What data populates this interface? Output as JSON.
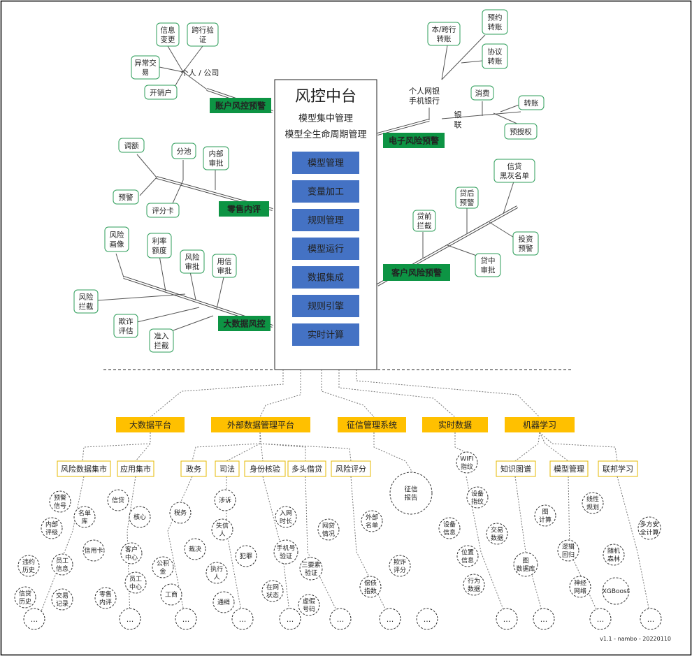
{
  "center": {
    "title": "风控中台",
    "subtitle1": "模型集中管理",
    "subtitle2": "模型全生命周期管理",
    "modules": [
      "模型管理",
      "变量加工",
      "规则管理",
      "模型运行",
      "数据集成",
      "规则引擎",
      "实时计算"
    ]
  },
  "branches": {
    "account": {
      "label": "账户风控预警",
      "hub": "个人 / 公司",
      "items": [
        "信息\n变更",
        "跨行验\n证",
        "异常交\n易",
        "开销户"
      ]
    },
    "retail": {
      "label": "零售内评",
      "items": [
        "调额",
        "分池",
        "内部\n审批",
        "预警",
        "评分卡"
      ]
    },
    "bigdata": {
      "label": "大数据风控",
      "items": [
        "风险\n画像",
        "利率\n额度",
        "风险\n审批",
        "用信\n审批",
        "风险\n拦截",
        "欺诈\n评估",
        "准入\n拦截"
      ]
    },
    "ebank": {
      "label": "电子风险预警",
      "hub1": "个人网银\n手机银行",
      "hub2": "银\n联",
      "items": [
        "本/跨行\n转账",
        "预约\n转账",
        "协议\n转账",
        "消费",
        "转账",
        "预授权"
      ]
    },
    "customer": {
      "label": "客户风险预警",
      "items": [
        "信贷\n黑灰名单",
        "贷后\n预警",
        "贷前\n拦截",
        "投资\n预警",
        "贷中\n审批"
      ]
    }
  },
  "platforms": {
    "top": [
      "大数据平台",
      "外部数据管理平台",
      "征信管理系统",
      "实时数据",
      "机器学习"
    ],
    "sub": [
      "风险数据集市",
      "应用集市",
      "政务",
      "司法",
      "身份核验",
      "多头借贷",
      "风险评分",
      "知识图谱",
      "模型管理",
      "联邦学习"
    ]
  },
  "leaves": {
    "risk_mart": [
      "预警\n信号",
      "内部\n评级",
      "名单\n库",
      "违约\n历史",
      "员工\n信息",
      "信贷\n历史",
      "交易\n记录"
    ],
    "app_mart": [
      "信贷",
      "核心",
      "信用卡",
      "客户\n中心",
      "员工\n中心",
      "零售\n内评"
    ],
    "gov": [
      "税务",
      "公积\n金",
      "裁决",
      "工商"
    ],
    "judicial": [
      "涉诉",
      "失信\n人",
      "执行\n人",
      "犯罪",
      "通缉"
    ],
    "identity": [
      "入网\n时长",
      "手机号\n验证",
      "在网\n状态",
      "三要素\n验证",
      "虚假\n号码"
    ],
    "multi": [
      "网贷\n情况"
    ],
    "score": [
      "外部\n名单",
      "欺诈\n评分",
      "偿债\n指数"
    ],
    "credit": [
      "征信\n报告"
    ],
    "realtime": [
      "WIFI\n指纹",
      "设备\n指纹",
      "设备\n信息",
      "交易\n数据",
      "位置\n信息",
      "行为\n数据"
    ],
    "graph": [
      "图\n计算",
      "图\n数据库"
    ],
    "model": [
      "线性\n规划",
      "逻辑\n回归",
      "神经\n网络",
      "随机\n森林",
      "XGBoost"
    ],
    "federated": [
      "多方安\n全计算"
    ],
    "more": "..."
  },
  "footer": "v1.1 - nambo - 20220110",
  "colors": {
    "green": "#0d9444",
    "blue": "#4472c4",
    "yellow": "#ffc000",
    "subyellow": "#e6b800"
  }
}
